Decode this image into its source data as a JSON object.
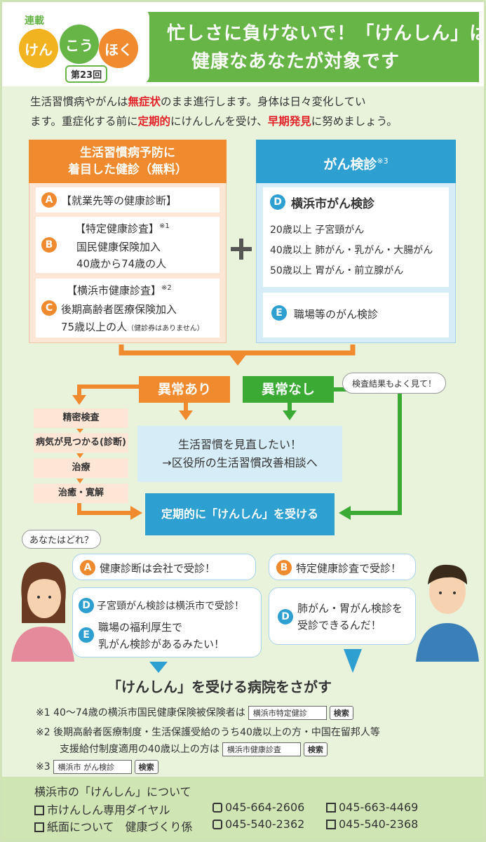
{
  "header": {
    "series_label": "連載",
    "logo_parts": [
      "けん",
      "こう",
      "ほく"
    ],
    "issue": "第23回",
    "title_line1": "忙しさに負けないで！「けんしん」は",
    "title_line2": "健康なあなたが対象です"
  },
  "intro": {
    "p1a": "生活習慣病やがんは",
    "p1b": "無症状",
    "p1c": "のまま進行します。身体は日々変化してい",
    "p2a": "ます。重症化する前に",
    "p2b": "定期的",
    "p2c": "にけんしんを受け、",
    "p2d": "早期発見",
    "p2e": "に努めましょう。"
  },
  "left": {
    "head1": "生活習慣病予防に",
    "head2": "着目した健診（無料）",
    "a_badge": "A",
    "a_text": "【就業先等の健康診断】",
    "b_badge": "B",
    "b_title": "【特定健康診査】",
    "b_note": "※1",
    "b_line1": "国民健康保険加入",
    "b_line2": "40歳から74歳の人",
    "c_badge": "C",
    "c_title": "【横浜市健康診査】",
    "c_note": "※2",
    "c_line1": "後期高齢者医療保険加入",
    "c_line2": "75歳以上の人",
    "c_small": "（健診券はありません）"
  },
  "right": {
    "head": "がん検診",
    "head_note": "※3",
    "d_badge": "D",
    "d_title": "横浜市がん検診",
    "d_line1": "20歳以上 子宮頸がん",
    "d_line2": "40歳以上 肺がん・乳がん・大腸がん",
    "d_line3": "50歳以上 胃がん・前立腺がん",
    "e_badge": "E",
    "e_text": "職場等のがん検診"
  },
  "flow": {
    "abnormal": "異常あり",
    "normal": "異常なし",
    "bubble": "検査結果もよく見て！",
    "steps": [
      "精密検査",
      "病気が見つかる(診断)",
      "治療",
      "治癒・寛解"
    ],
    "lifestyle1": "生活習慣を見直したい！",
    "lifestyle2": "→区役所の生活習慣改善相談へ",
    "regular": "定期的に「けんしん」を受ける"
  },
  "persons": {
    "question": "あなたはどれ？",
    "woman_a_badge": "A",
    "woman_a": "健康診断は会社で受診！",
    "woman_d_badge": "D",
    "woman_d": "子宮頸がん検診は横浜市で受診！",
    "woman_e_badge": "E",
    "woman_e1": "職場の福利厚生で",
    "woman_e2": "乳がん検診があるみたい！",
    "man_b_badge": "B",
    "man_b": "特定健康診査で受診！",
    "man_d_badge": "D",
    "man_d1": "肺がん・胃がん検診を",
    "man_d2": "受診できるんだ！"
  },
  "search": {
    "title": "「けんしん」を受ける病院をさがす",
    "note1": "※1 40～74歳の横浜市国民健康保険被保険者は",
    "note1_box": "横浜市特定健診",
    "note2a": "※2 後期高齢者医療制度・生活保護受給のうち40歳以上の方・中国在留邦人等",
    "note2b": "支援給付制度適用の40歳以上の方は",
    "note2_box": "横浜市健康診査",
    "note3": "※3",
    "note3_box": "横浜市 がん検診",
    "button": "検索"
  },
  "footer": {
    "title": "横浜市の「けんしん」について",
    "row1_label": "市けんしん専用ダイヤル",
    "row1_tel": "045-664-2606",
    "row1_fax": "045-663-4469",
    "row2_label": "紙面について　健康づくり係",
    "row2_tel": "045-540-2362",
    "row2_fax": "045-540-2368"
  },
  "colors": {
    "green": "#67b547",
    "orange": "#ef8a2e",
    "blue": "#2d9fd1",
    "red": "#e2232a"
  }
}
